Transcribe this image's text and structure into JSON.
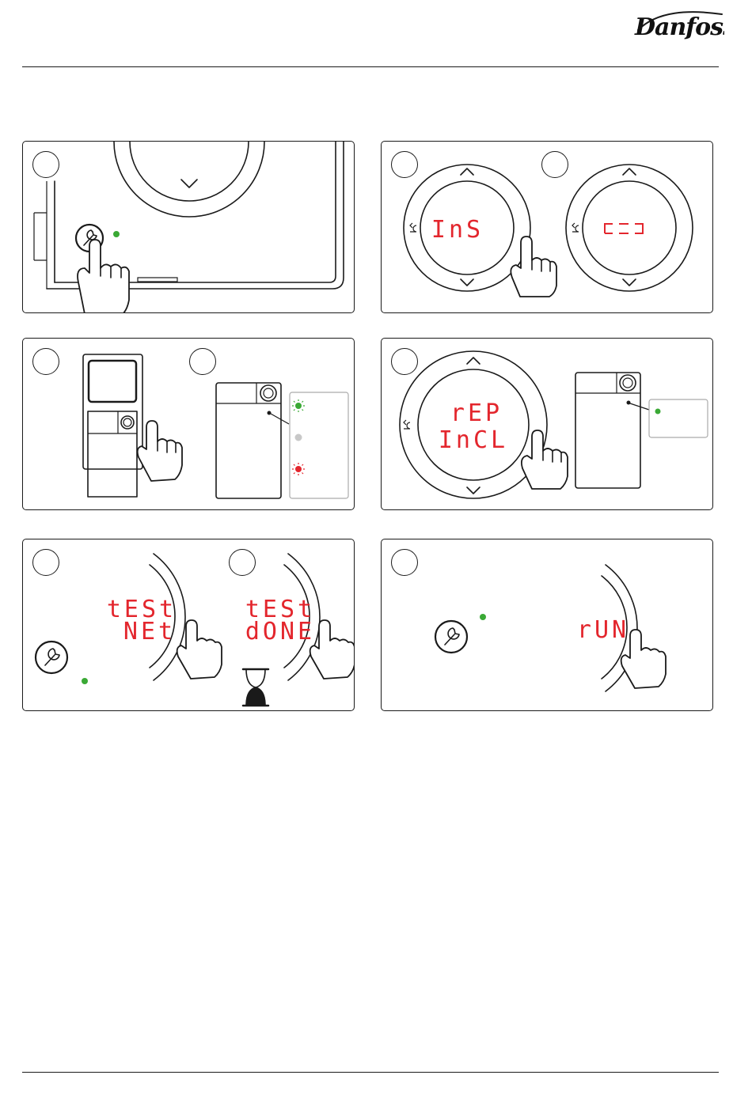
{
  "brand": {
    "name": "Danfoss"
  },
  "panels": [
    {
      "id": "p1",
      "display": [],
      "leds": [
        "green"
      ]
    },
    {
      "id": "p2",
      "display": [
        "InS"
      ],
      "display2": [
        "[ ]"
      ]
    },
    {
      "id": "p3",
      "leds": [
        "green",
        "grey",
        "red"
      ]
    },
    {
      "id": "p4",
      "display": [
        "rEP",
        "InCL"
      ],
      "leds": [
        "green"
      ]
    },
    {
      "id": "p5",
      "display": [
        "tESt",
        "NEt"
      ],
      "display2": [
        "tESt",
        "dONE"
      ],
      "leds": [
        "green"
      ]
    },
    {
      "id": "p6",
      "display": [
        "rUN"
      ],
      "leds": [
        "green"
      ]
    }
  ],
  "colors": {
    "led_green": "#3aa935",
    "led_red": "#e3262d",
    "led_grey": "#c8c8c8",
    "display_red": "#e3262d"
  },
  "icons": [
    "wrench-icon",
    "pointing-hand-icon",
    "hourglass-icon",
    "back-arrow-icon",
    "chevron-up-icon",
    "chevron-down-icon"
  ]
}
